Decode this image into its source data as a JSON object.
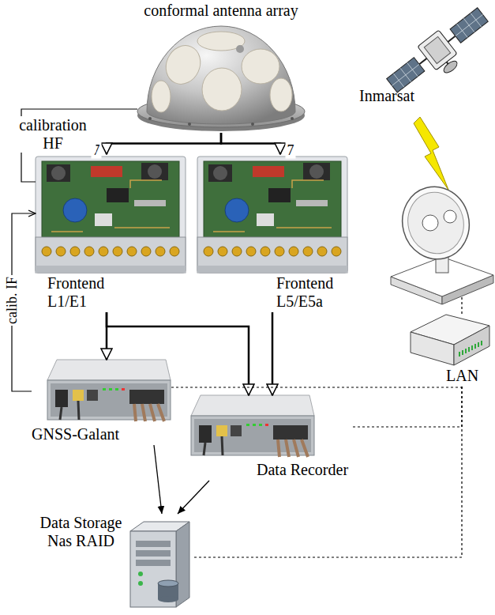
{
  "diagram": {
    "nodes": [
      {
        "text": [
          "conformal antenna array"
        ]
      },
      {
        "text": [
          "Frontend L1/E1"
        ]
      },
      {
        "text": [
          "Frontend L5/E5a"
        ]
      },
      {
        "text": [
          "GNSS-Galant"
        ]
      },
      {
        "text": [
          "Data Recorder"
        ]
      },
      {
        "text": [
          "Data Storage Nas RAID"
        ]
      },
      {
        "text": [
          "Inmarsat"
        ]
      },
      {
        "text": [
          "LAN"
        ]
      }
    ],
    "edges": [
      {
        "from": 0,
        "to": 1,
        "label": "7",
        "arrow": "to"
      },
      {
        "from": 0,
        "to": 2,
        "label": "7",
        "arrow": "to"
      },
      {
        "from": 0,
        "to": 1,
        "label": "calibration HF",
        "arrow": "none"
      },
      {
        "from": 3,
        "to": 1,
        "label": "calib. IF",
        "arrow": "to"
      },
      {
        "from": 1,
        "to": 3,
        "arrow": "to"
      },
      {
        "from": 1,
        "to": 4,
        "arrow": "to"
      },
      {
        "from": 2,
        "to": 4,
        "arrow": "to"
      },
      {
        "from": 3,
        "to": 5,
        "arrow": "to"
      },
      {
        "from": 4,
        "to": 5,
        "arrow": "to"
      },
      {
        "from": 7,
        "to": 3,
        "arrow": "none"
      },
      {
        "from": 7,
        "to": 4,
        "arrow": "none"
      },
      {
        "from": 7,
        "to": 5,
        "arrow": "none"
      }
    ]
  }
}
